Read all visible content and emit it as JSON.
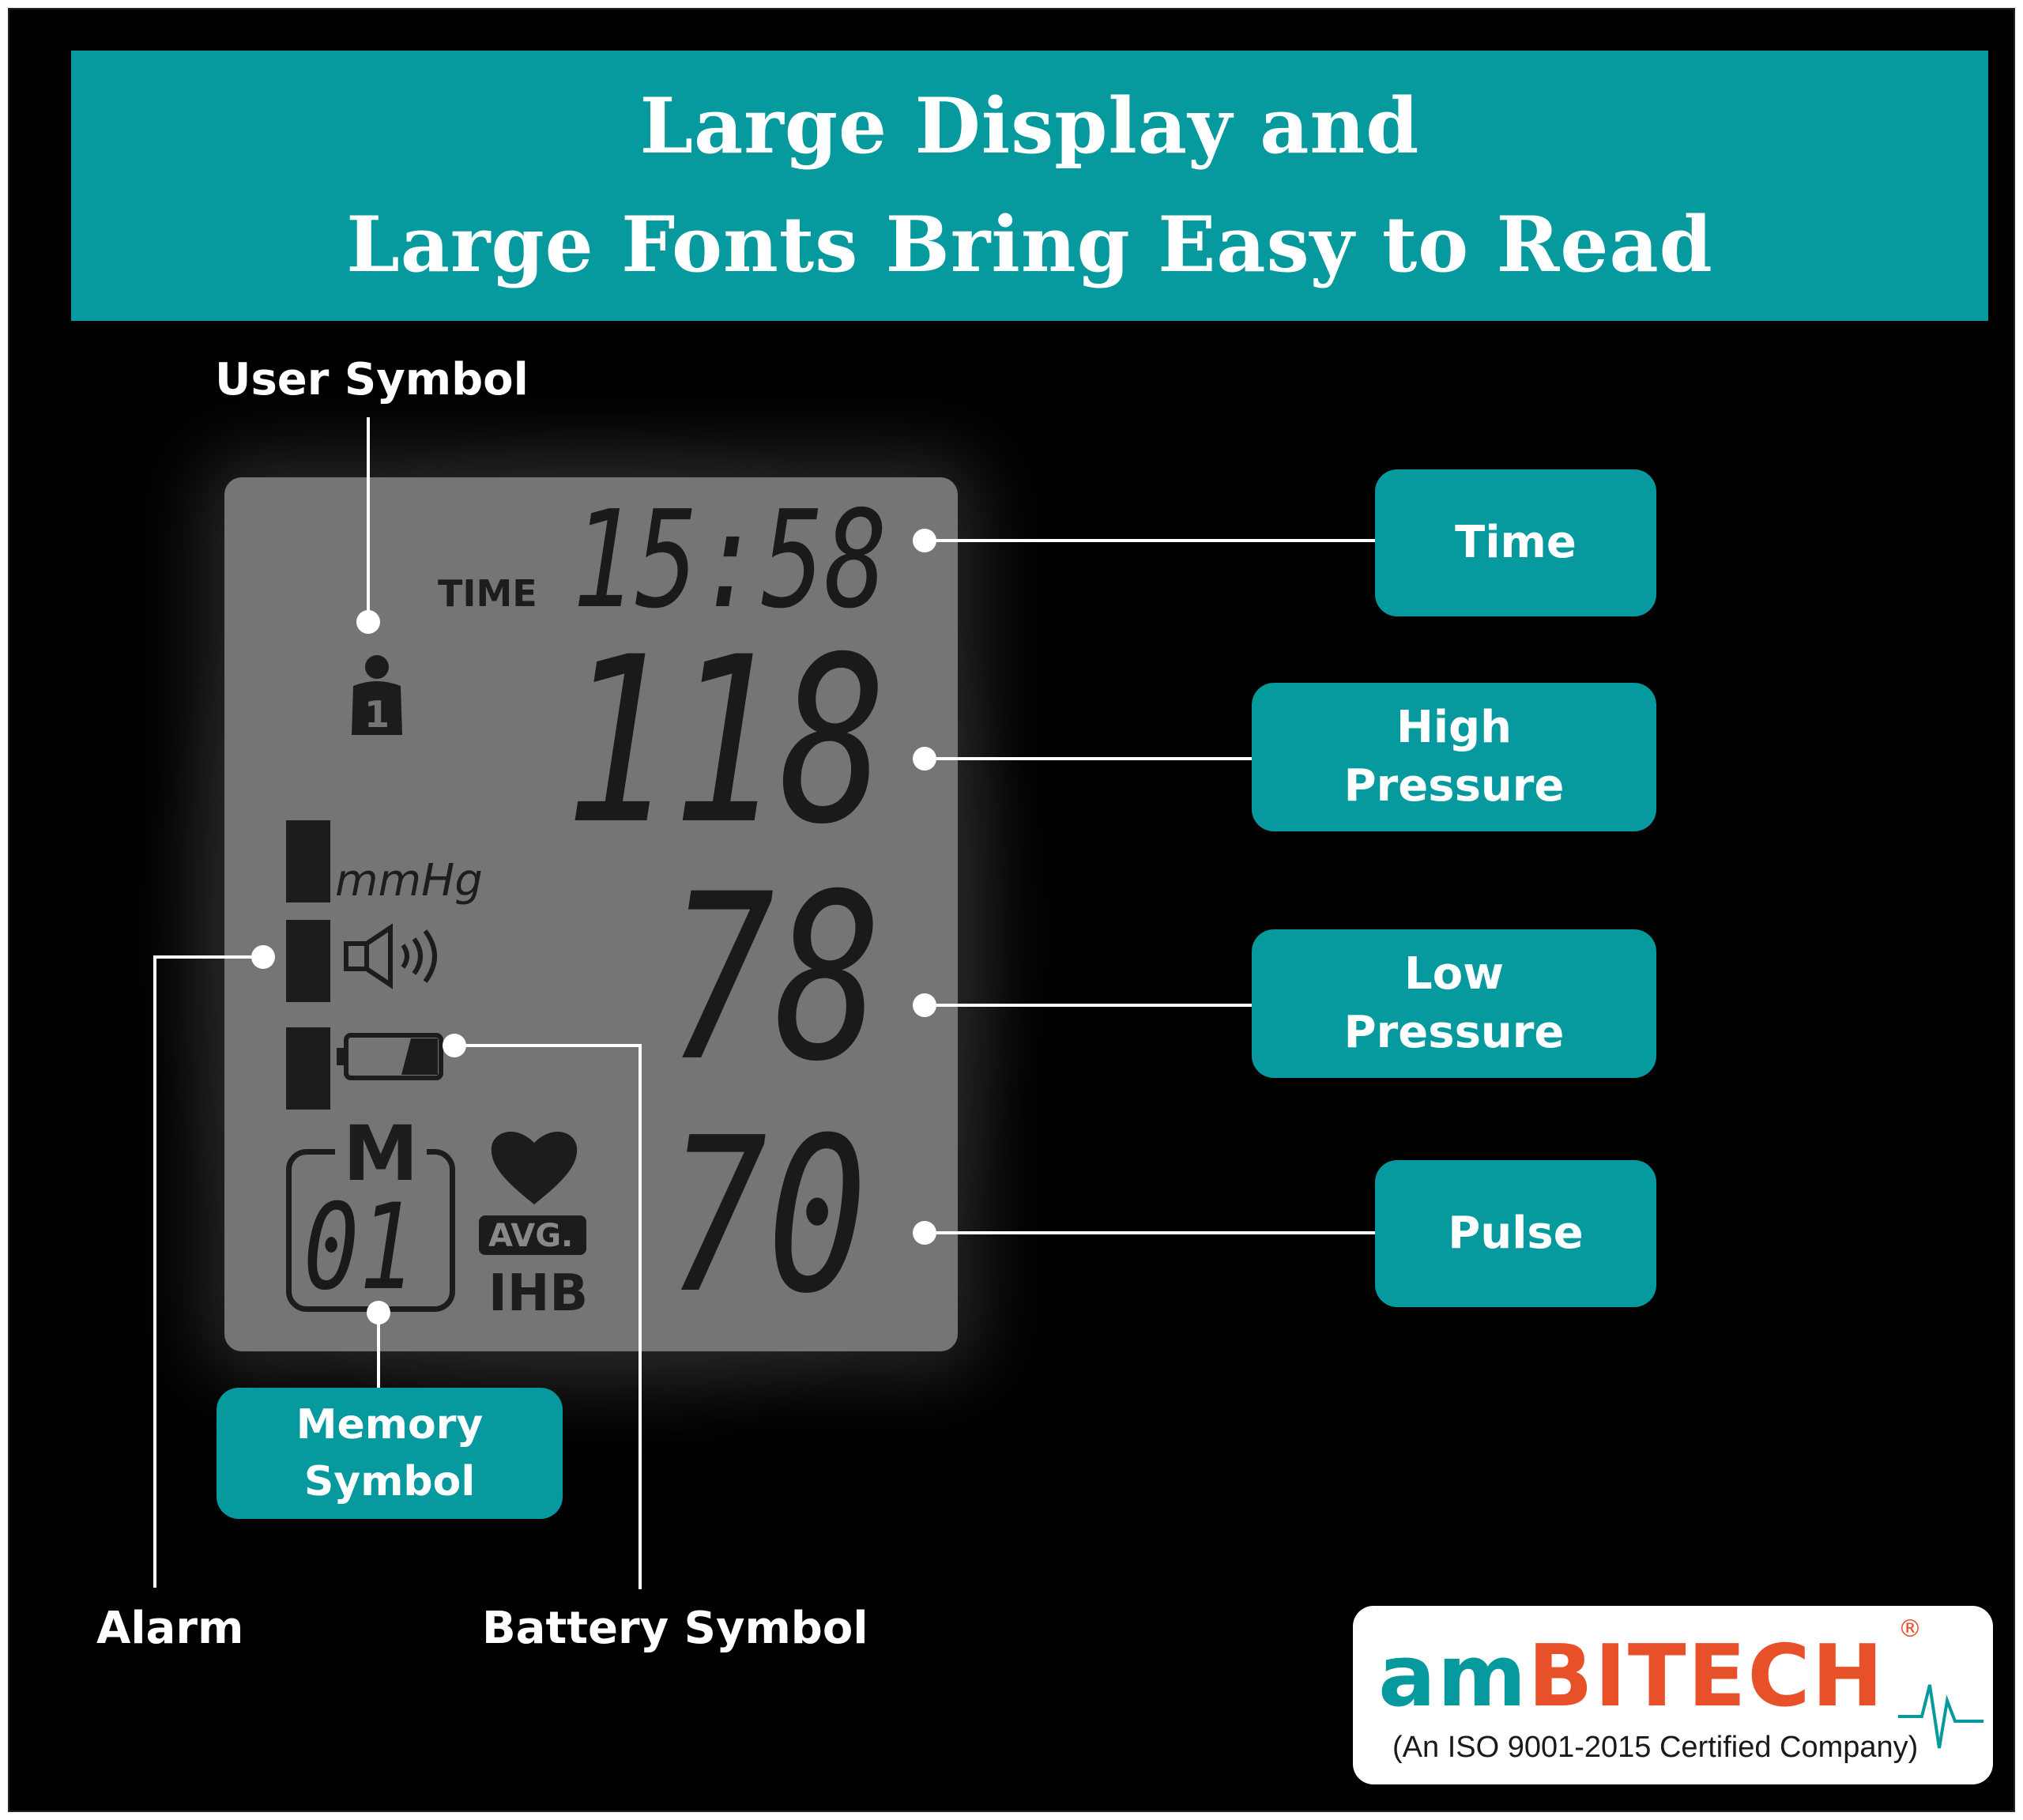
{
  "banner": {
    "line1": "Large Display and",
    "line2": "Large Fonts Bring Easy to Read"
  },
  "lcd": {
    "time_label": "TIME",
    "time_value": "15:58",
    "high_value": "118",
    "low_value": "78",
    "pulse_value": "70",
    "unit": "mmHg",
    "memory_letter": "M",
    "memory_value": "01",
    "avg_label": "AVG.",
    "ihb_label": "IHB",
    "user_number": "1"
  },
  "annotations": {
    "user_symbol": "User Symbol",
    "alarm": "Alarm",
    "battery_symbol": "Battery Symbol",
    "memory_symbol_1": "Memory",
    "memory_symbol_2": "Symbol"
  },
  "callouts": {
    "time": "Time",
    "high_1": "High",
    "high_2": "Pressure",
    "low_1": "Low",
    "low_2": "Pressure",
    "pulse": "Pulse"
  },
  "logo": {
    "part1": "am",
    "part2": "BITECH",
    "registered": "®",
    "tagline": "(An ISO 9001-2015 Certified Company)"
  },
  "colors": {
    "teal": "#06999e",
    "orange": "#e8502a",
    "lcd": "#767574"
  }
}
